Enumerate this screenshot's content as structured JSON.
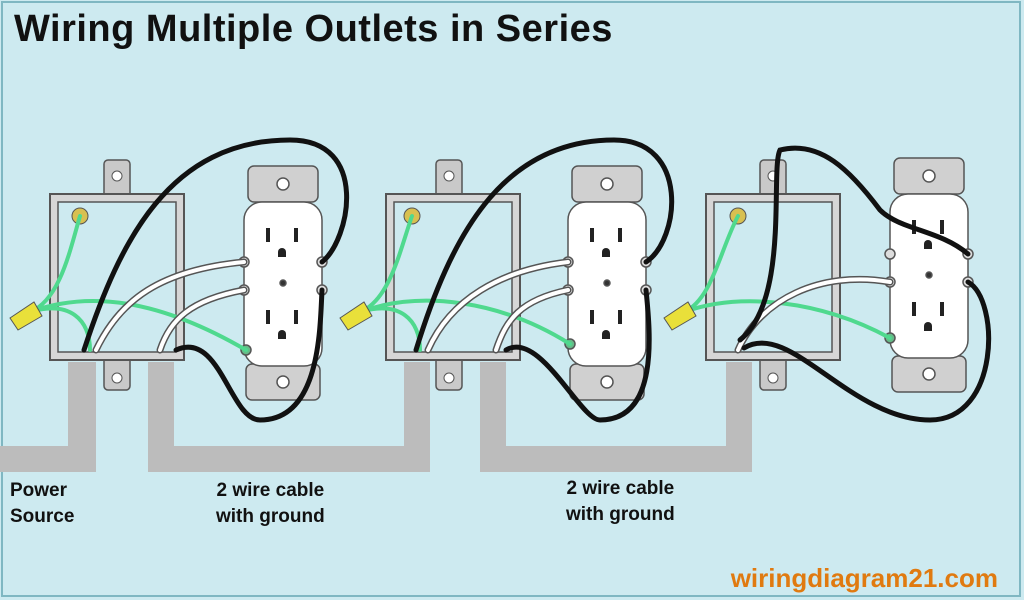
{
  "title": "Wiring Multiple Outlets in Series",
  "labels": {
    "power_line1": "Power",
    "power_line2": "Source",
    "cable1_line1": "2 wire cable",
    "cable1_line2": "with ground",
    "cable2_line1": "2 wire cable",
    "cable2_line2": "with ground"
  },
  "watermark": "wiringdiagram21.com",
  "colors": {
    "background": "#cdeaf0",
    "cable": "#bcbcbc",
    "ground_wire": "#4fd98e",
    "hot_wire": "#111111",
    "neutral_wire": "#ffffff",
    "box": "#c9c9c9",
    "wire_nut": "#e9e03a",
    "watermark": "#e07a10"
  }
}
